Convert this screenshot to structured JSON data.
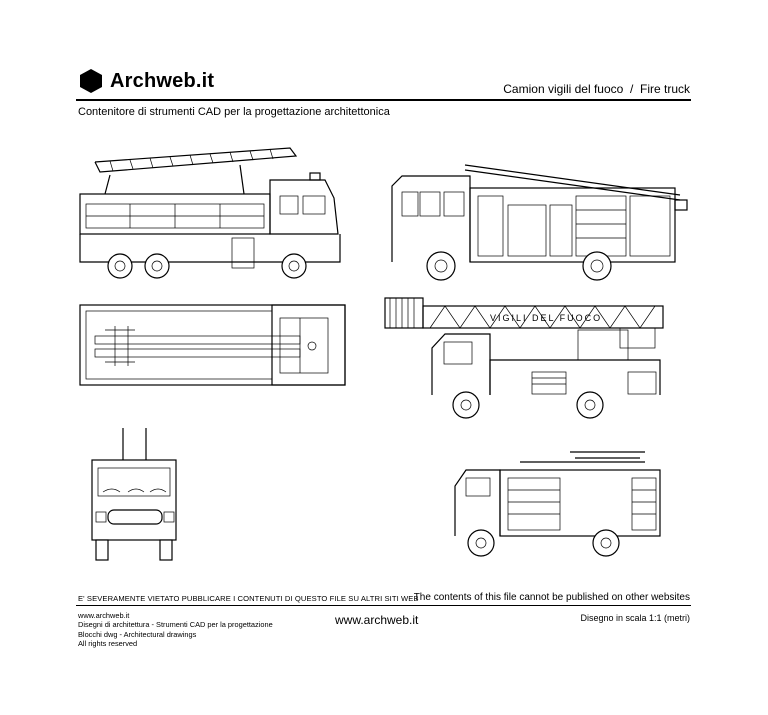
{
  "header": {
    "brand": "Archweb.it",
    "title": "Camion vigili del fuoco  /  Fire truck",
    "subtitle": "Contenitore di strumenti CAD per la progettazione architettonica"
  },
  "drawing": {
    "ladder_text": "VIGILI DEL FUOCO"
  },
  "footer": {
    "warning_it": "E' SEVERAMENTE VIETATO PUBBLICARE I CONTENUTI DI QUESTO FILE SU ALTRI SITI WEB",
    "warning_en": "The contents of this file cannot be published on other websites",
    "credits": [
      "www.archweb.it",
      "Disegni di architettura - Strumenti CAD  per la progettazione",
      "Blocchi dwg - Architectural drawings",
      "All rights reserved"
    ],
    "site": "www.archweb.it",
    "scale": "Disegno in scala 1:1 (metri)"
  },
  "icons": {
    "logo": "hexagon-logo-icon"
  }
}
